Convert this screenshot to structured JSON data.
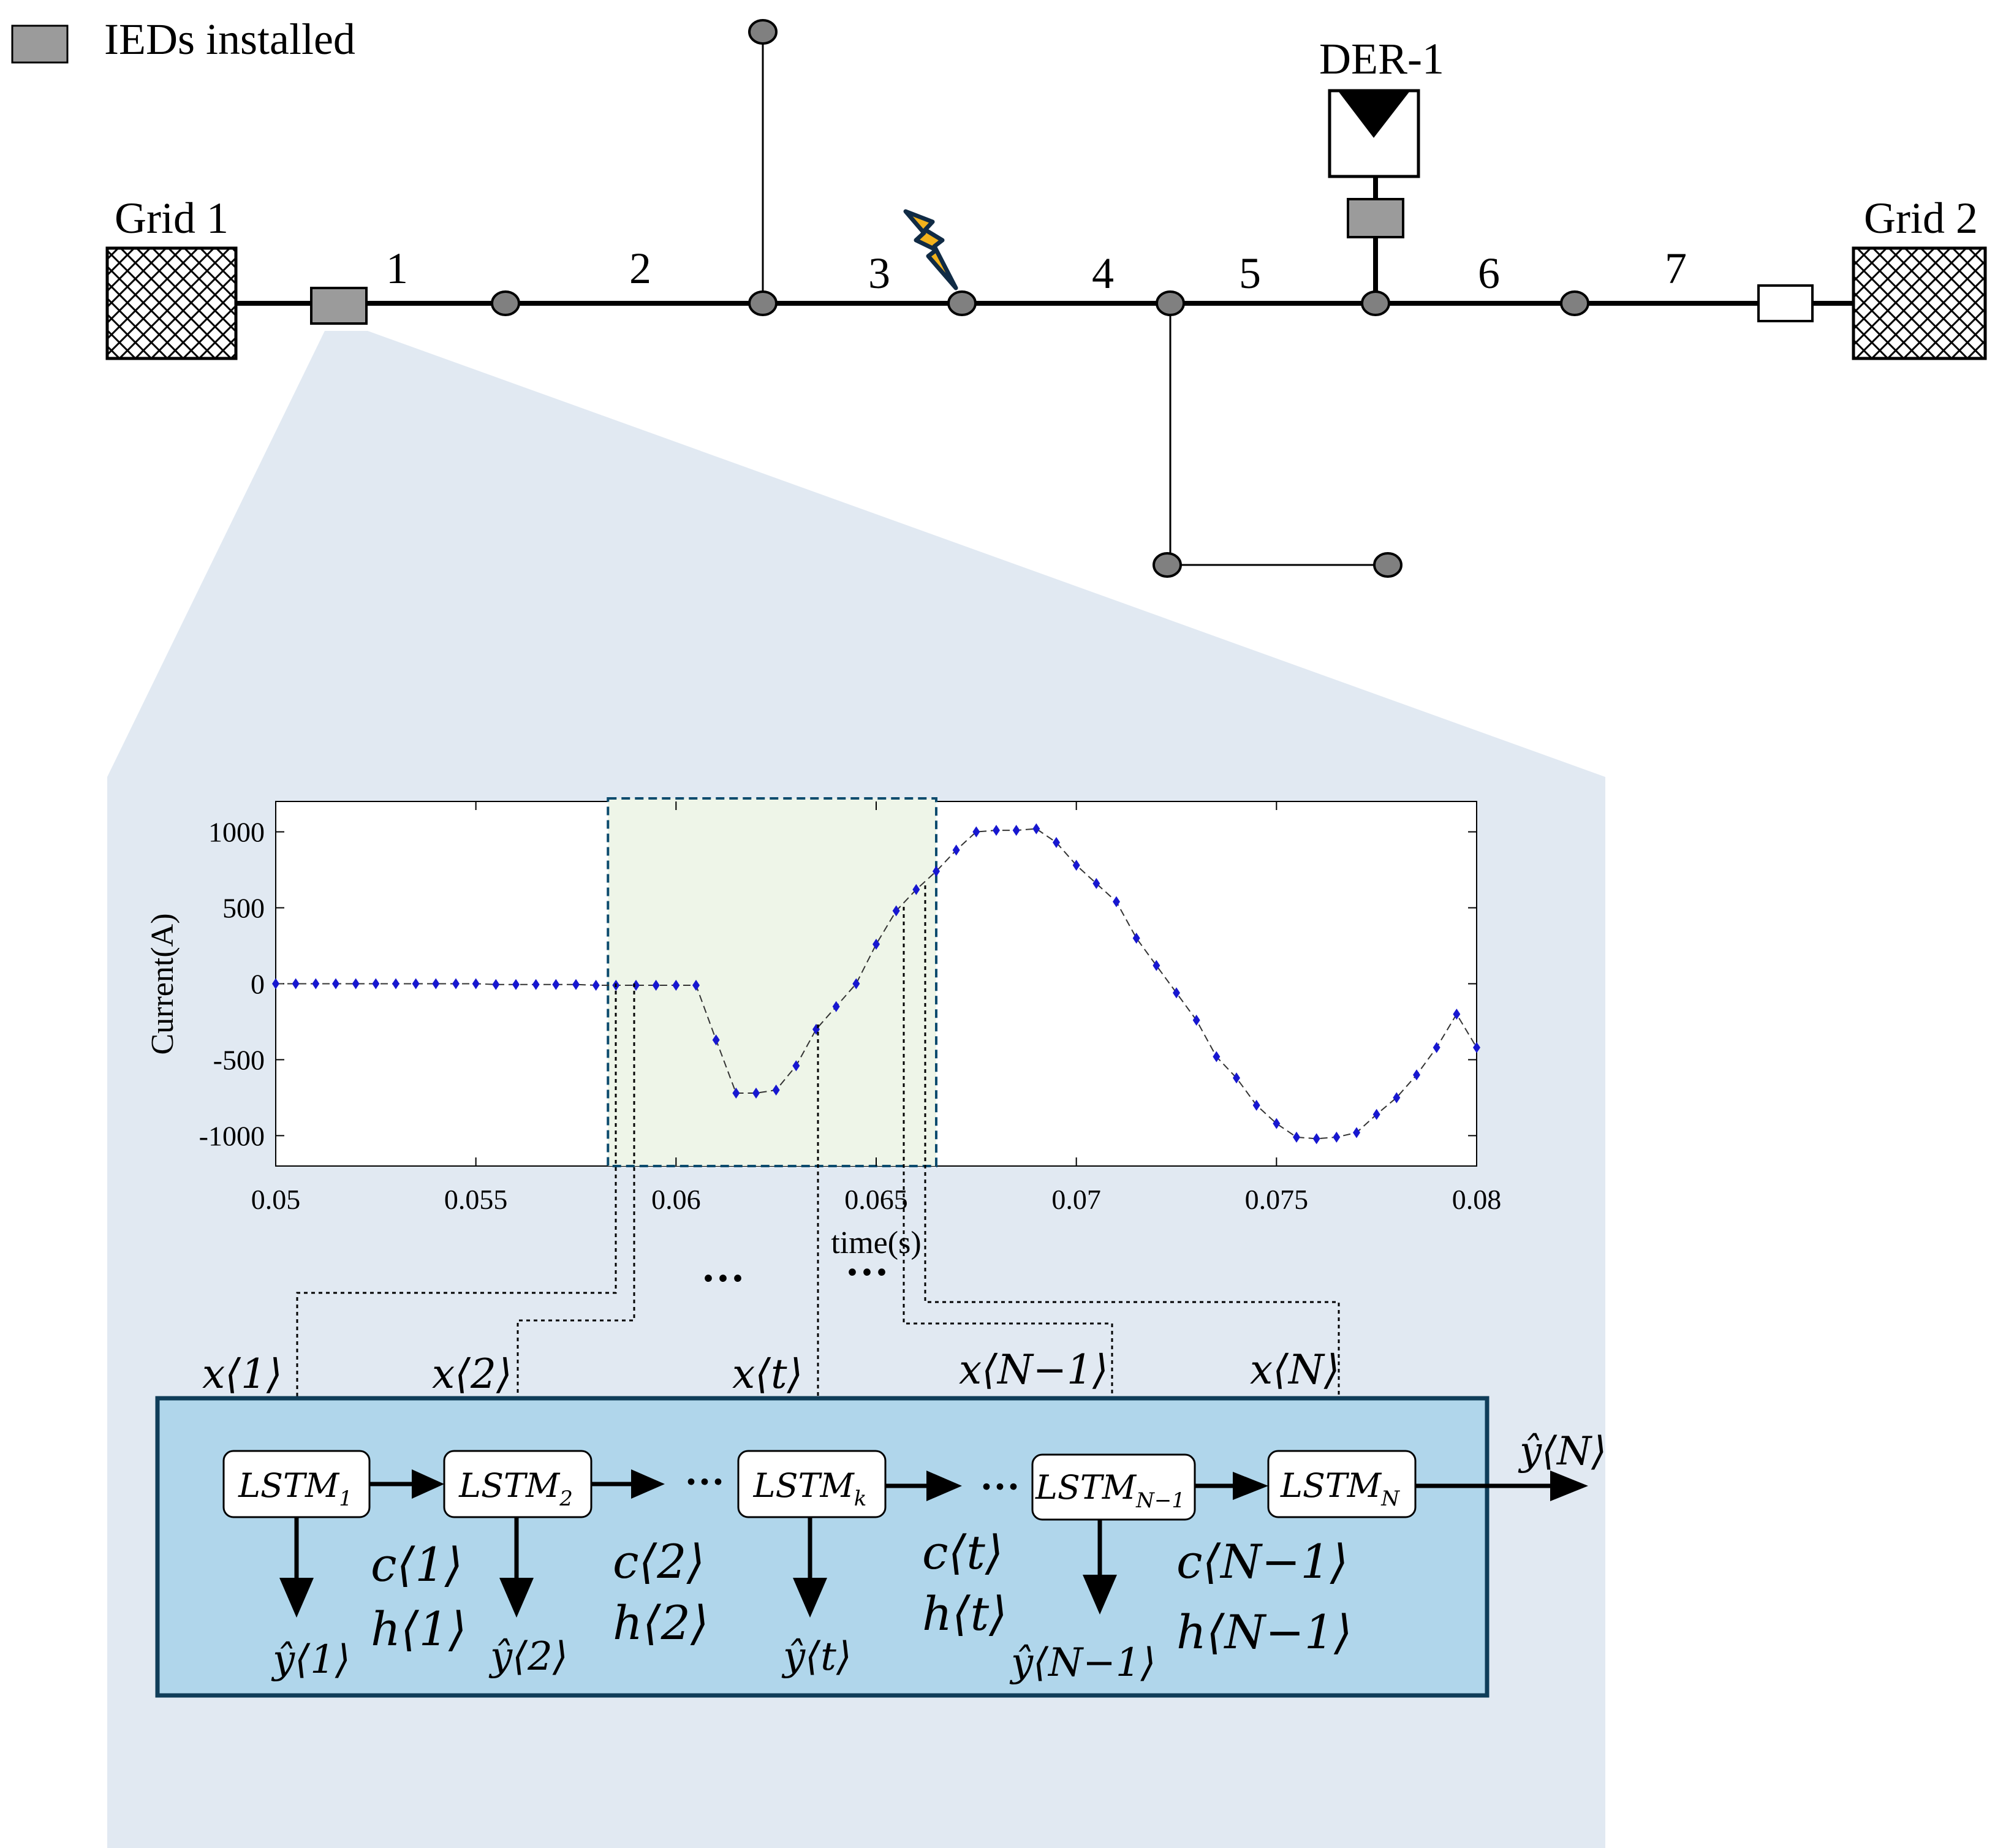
{
  "legend": {
    "label": "IEDs installed"
  },
  "network": {
    "grid1": "Grid 1",
    "grid2": "Grid 2",
    "der": "DER-1",
    "sections": [
      "1",
      "2",
      "3",
      "4",
      "5",
      "6",
      "7"
    ]
  },
  "chart_data": {
    "type": "line",
    "ylabel": "Current(A)",
    "xlabel": "time(s)",
    "xlim": [
      0.05,
      0.08
    ],
    "ylim": [
      -1200,
      1200
    ],
    "xticks": [
      "0.05",
      "0.055",
      "0.06",
      "0.065",
      "0.07",
      "0.075",
      "0.08"
    ],
    "yticks": [
      "1000",
      "500",
      "0",
      "-500",
      "-1000"
    ],
    "grid": false,
    "series": [
      {
        "x": [
          0.05,
          0.0505,
          0.051,
          0.0515,
          0.052,
          0.0525,
          0.053,
          0.0535,
          0.054,
          0.0545,
          0.055,
          0.0555,
          0.056,
          0.0565,
          0.057,
          0.0575,
          0.058,
          0.0585,
          0.059,
          0.0595,
          0.06,
          0.0605,
          0.061,
          0.0615,
          0.062,
          0.0625,
          0.063,
          0.0635,
          0.064,
          0.0645,
          0.065,
          0.0655,
          0.066,
          0.0665,
          0.067,
          0.0675,
          0.068,
          0.0685,
          0.069,
          0.0695,
          0.07,
          0.0705,
          0.071,
          0.0715,
          0.072,
          0.0725,
          0.073,
          0.0735,
          0.074,
          0.0745,
          0.075,
          0.0755,
          0.076,
          0.0765,
          0.077,
          0.0775,
          0.078,
          0.0785,
          0.079,
          0.0795,
          0.08
        ],
        "y": [
          0,
          0,
          0,
          0,
          0,
          0,
          0,
          0,
          0,
          0,
          0,
          -5,
          -5,
          -5,
          -5,
          -5,
          -10,
          -10,
          -10,
          -10,
          -10,
          -10,
          -370,
          -720,
          -720,
          -700,
          -540,
          -300,
          -150,
          0,
          260,
          480,
          620,
          740,
          880,
          1000,
          1010,
          1010,
          1020,
          930,
          780,
          660,
          540,
          300,
          120,
          -60,
          -240,
          -480,
          -620,
          -800,
          -920,
          -1010,
          -1020,
          -1010,
          -980,
          -860,
          -750,
          -600,
          -420,
          -200,
          -420
        ]
      }
    ],
    "highlight_window": [
      0.0583,
      0.0665
    ]
  },
  "inputs": [
    "x⟨1⟩",
    "x⟨2⟩",
    "x⟨t⟩",
    "x⟨N−1⟩",
    "x⟨N⟩"
  ],
  "lstm_blocks": [
    {
      "base": "LSTM",
      "sub": "1"
    },
    {
      "base": "LSTM",
      "sub": "2"
    },
    {
      "base": "LSTM",
      "sub": "k"
    },
    {
      "base": "LSTM",
      "sub": "N−1"
    },
    {
      "base": "LSTM",
      "sub": "N"
    }
  ],
  "outputs": [
    "ŷ⟨1⟩",
    "ŷ⟨2⟩",
    "ŷ⟨t⟩",
    "ŷ⟨N−1⟩"
  ],
  "final_output": "ŷ⟨N⟩",
  "states": [
    {
      "c": "c⟨1⟩",
      "h": "h⟨1⟩"
    },
    {
      "c": "c⟨2⟩",
      "h": "h⟨2⟩"
    },
    {
      "c": "c⟨t⟩",
      "h": "h⟨t⟩"
    },
    {
      "c": "c⟨N−1⟩",
      "h": "h⟨N−1⟩"
    }
  ],
  "ellipsis": "···"
}
